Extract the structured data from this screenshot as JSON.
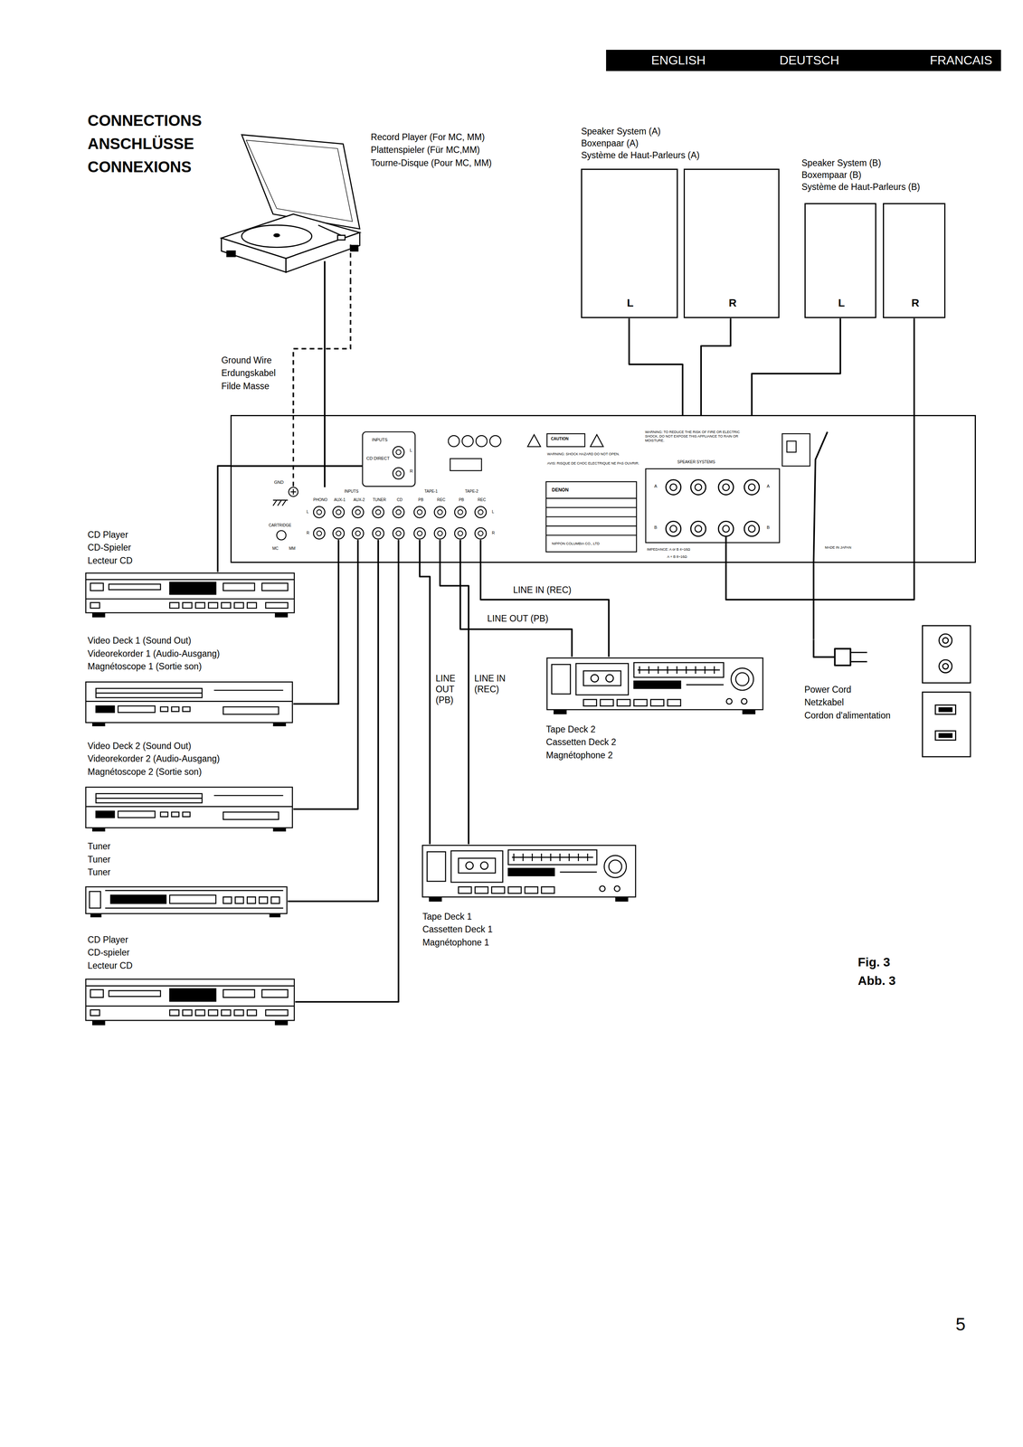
{
  "diagram": {
    "title": "CONNECTIONS ANSCHLÜSSE CONNEXIONS",
    "nodes": [
      {
        "text": [
          "ENGLISH",
          "DEUTSCH",
          "FRANCAIS"
        ]
      },
      {
        "text": [
          "Record Player (For MC, MM)",
          "Plattenspieler (Für MC,MM)",
          "Tourne-Disque (Pour MC, MM)"
        ]
      },
      {
        "text": [
          "L"
        ]
      },
      {
        "text": [
          "R"
        ]
      },
      {
        "text": [
          "L"
        ]
      },
      {
        "text": [
          "R"
        ]
      },
      {
        "text": [
          "INPUTS",
          "CD DIRECT",
          "L",
          "R",
          "GND",
          "CARTRIDGE",
          "MC",
          "MM",
          "INPUTS",
          "PHONO",
          "AUX-1",
          "AUX-2",
          "TUNER",
          "CD",
          "TAPE-1",
          "PB",
          "REC",
          "TAPE-2",
          "PB",
          "REC",
          "L",
          "R",
          "L",
          "R",
          "CAUTION",
          "WARNING: SHOCK HAZARD DO NOT OPEN.",
          "AVIS: RISQUE DE CHOC ELECTRIQUE NE PAS OUVRIR.",
          "DENON",
          "NIPPON COLUMBIA CO., LTD",
          "WARNING: TO REDUCE THE RISK OF FIRE OR ELECTRIC SHOCK, DO NOT EXPOSE THIS APPLIANCE TO RAIN OR MOISTURE.",
          "SPEAKER SYSTEMS",
          "A",
          "A",
          "B",
          "B",
          "IMPEDANCE: A or B 4~16Ω",
          "A + B 8~16Ω",
          "MADE IN JAPAN"
        ]
      },
      {
        "text": [
          "CD Player",
          "CD-Spieler",
          "Lecteur CD"
        ]
      },
      {
        "text": [
          "Video Deck 1 (Sound Out)",
          "Videorekorder 1 (Audio-Ausgang)",
          "Magnétoscope 1 (Sortie son)"
        ]
      },
      {
        "text": [
          "Video Deck 2 (Sound Out)",
          "Videorekorder 2 (Audio-Ausgang)",
          "Magnétoscope 2 (Sortie son)"
        ]
      },
      {
        "text": [
          "Tuner",
          "Tuner",
          "Tuner"
        ]
      },
      {
        "text": [
          "CD Player",
          "CD-spieler",
          "Lecteur CD"
        ]
      },
      {
        "text": [
          "Tape Deck 2",
          "Cassetten Deck 2",
          "Magnétophone 2"
        ]
      },
      {
        "text": [
          "Tape Deck 1",
          "Cassetten Deck 1",
          "Magnétophone 1"
        ]
      },
      {
        "text": [
          "Power Cord",
          "Netzkabel",
          "Cordon d'alimentation"
        ]
      }
    ],
    "edges": [
      {
        "from": 1,
        "to": 6,
        "arrow": "none"
      },
      {
        "from": 1,
        "to": 6,
        "arrow": "none"
      },
      {
        "from": 2,
        "to": 6,
        "arrow": "none"
      },
      {
        "from": 3,
        "to": 6,
        "arrow": "none"
      },
      {
        "from": 4,
        "to": 6,
        "arrow": "none"
      },
      {
        "from": 5,
        "to": 6,
        "arrow": "none"
      },
      {
        "from": 7,
        "to": 6,
        "arrow": "none"
      },
      {
        "from": 8,
        "to": 6,
        "arrow": "none"
      },
      {
        "from": 9,
        "to": 6,
        "arrow": "none"
      },
      {
        "from": 10,
        "to": 6,
        "arrow": "none"
      },
      {
        "from": 11,
        "to": 6,
        "arrow": "none"
      },
      {
        "from": 12,
        "to": 6,
        "label": "LINE IN (REC)",
        "arrow": "none"
      },
      {
        "from": 12,
        "to": 6,
        "label": "LINE OUT (PB)",
        "arrow": "none"
      },
      {
        "from": 13,
        "to": 6,
        "label": "LINE OUT (PB)",
        "arrow": "none"
      },
      {
        "from": 13,
        "to": 6,
        "label": "LINE IN (REC)",
        "arrow": "none"
      },
      {
        "from": 14,
        "to": 6,
        "arrow": "none"
      }
    ],
    "labels": [
      "Ground Wire",
      "Erdungskabel",
      "Filde Masse",
      "Speaker System (A)",
      "Boxenpaar (A)",
      "Système de Haut-Parleurs (A)",
      "Speaker System (B)",
      "Boxempaar (B)",
      "Système de Haut-Parleurs (B)",
      "Fig. 3",
      "Abb. 3",
      "5"
    ]
  }
}
